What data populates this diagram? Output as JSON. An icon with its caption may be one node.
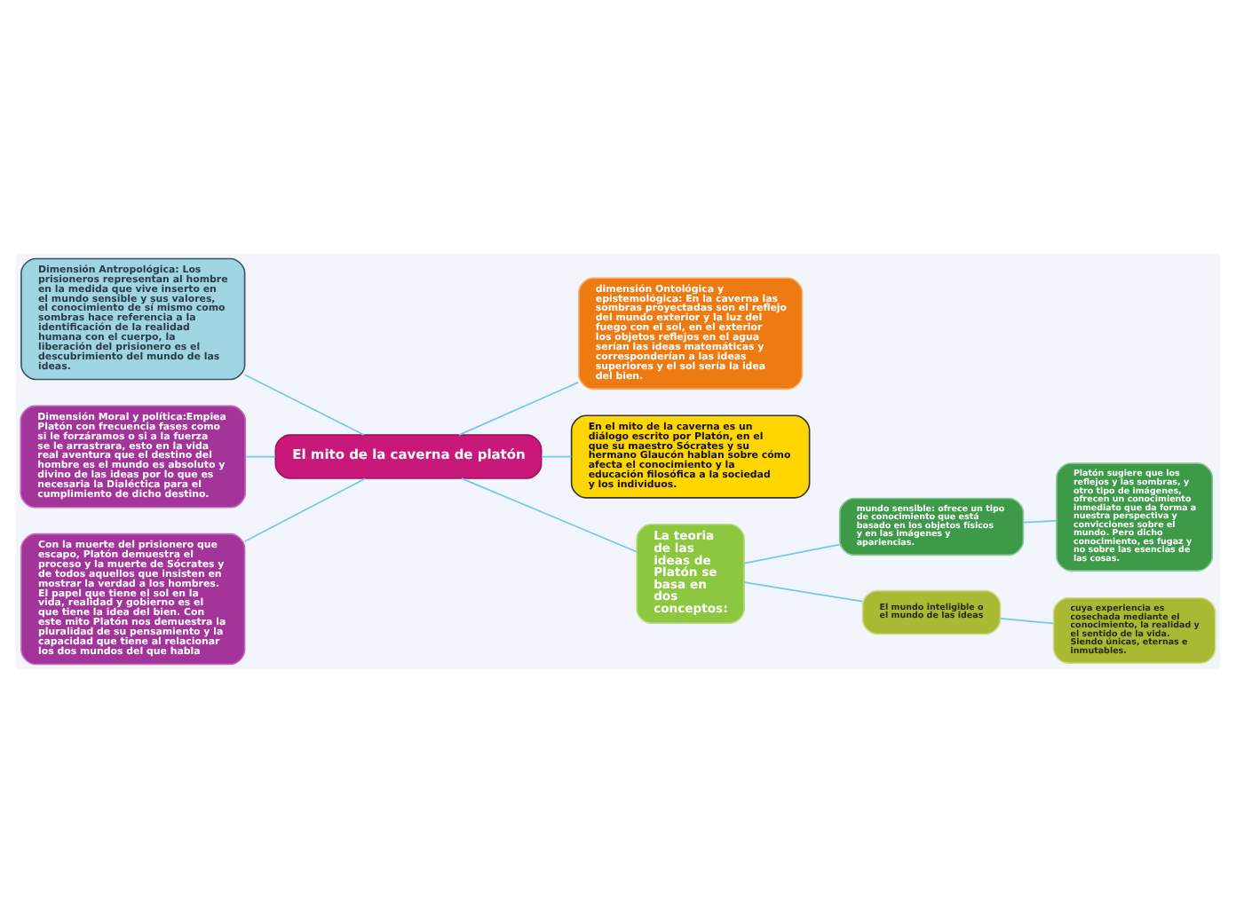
{
  "diagram": {
    "nodes": [
      {
        "text": [
          "El mito de la caverna de platón"
        ]
      },
      {
        "text": [
          "Dimensión Antropológica: Los prisioneros representan al hombre en la medida que vive inserto en el mundo sensible y sus valores, el conocimiento de sí mismo como sombras hace referencia a la identificación de la realidad humana con el cuerpo, la liberación del prisionero es el descubrimiento del mundo de las ideas."
        ]
      },
      {
        "text": [
          "Dimensión Moral y política:Empiea Platón con frecuencia fases como si le forzáramos o si a la fuerza se le arrastrara, esto en la vida real aventura que el destino del hombre es el mundo es absoluto y divino de las ideas por lo que es necesaria la Dialéctica para el cumplimiento de dicho destino."
        ]
      },
      {
        "text": [
          "Con la muerte del prisionero que escapo, Platón demuestra el proceso y la muerte de Sócrates y de todos aquellos que insisten en mostrar la verdad a los hombres. El papel que tiene el sol en la vida, realidad y gobierno es el que tiene la idea del bien. Con este mito Platón nos demuestra la pluralidad de su pensamiento y la capacidad que tiene al relacionar los dos mundos del que habla"
        ]
      },
      {
        "text": [
          "dimensión Ontológica y epistemológica: En la caverna las sombras proyectadas son el reflejo del mundo exterior y la luz del fuego con el sol, en el exterior los objetos reflejos en el agua serían las ideas matemáticas y corresponderían a las ideas superiores y el sol sería la idea del bien."
        ]
      },
      {
        "text": [
          "En el mito de la caverna es un diálogo escrito por Platón, en el que su maestro Sócrates y su hermano Glaucón hablan sobre cómo afecta el conocimiento y la educación filosófica a la sociedad y los individuos."
        ]
      },
      {
        "text": [
          "La teoria de las ideas de Platón se basa en dos conceptos:"
        ]
      },
      {
        "text": [
          "mundo sensible: ofrece un tipo de conocimiento que está basado en los objetos físicos y en las imágenes y apariencias."
        ]
      },
      {
        "text": [
          "Platón sugiere que los reflejos y las sombras, y otro tipo de imágenes, ofrecen un conocimiento inmediato que da forma a nuestra perspectiva y convicciones sobre el mundo. Pero dicho conocimiento, es fugaz y no sobre las esencias de las cosas."
        ]
      },
      {
        "text": [
          "El mundo inteligible o el mundo de las ideas"
        ]
      },
      {
        "text": [
          "cuya experiencia es cosechada mediante el conocimiento, la realidad y el sentido de la vida. Siendo únicas, eternas e inmutables."
        ]
      }
    ],
    "edges": [
      {
        "from": 1,
        "to": 0,
        "arrow": "none"
      },
      {
        "from": 2,
        "to": 0,
        "arrow": "none"
      },
      {
        "from": 3,
        "to": 0,
        "arrow": "none"
      },
      {
        "from": 0,
        "to": 4,
        "arrow": "none"
      },
      {
        "from": 0,
        "to": 5,
        "arrow": "none"
      },
      {
        "from": 0,
        "to": 6,
        "arrow": "none"
      },
      {
        "from": 6,
        "to": 7,
        "arrow": "none"
      },
      {
        "from": 7,
        "to": 8,
        "arrow": "none"
      },
      {
        "from": 6,
        "to": 9,
        "arrow": "none"
      },
      {
        "from": 9,
        "to": 10,
        "arrow": "none"
      }
    ]
  }
}
